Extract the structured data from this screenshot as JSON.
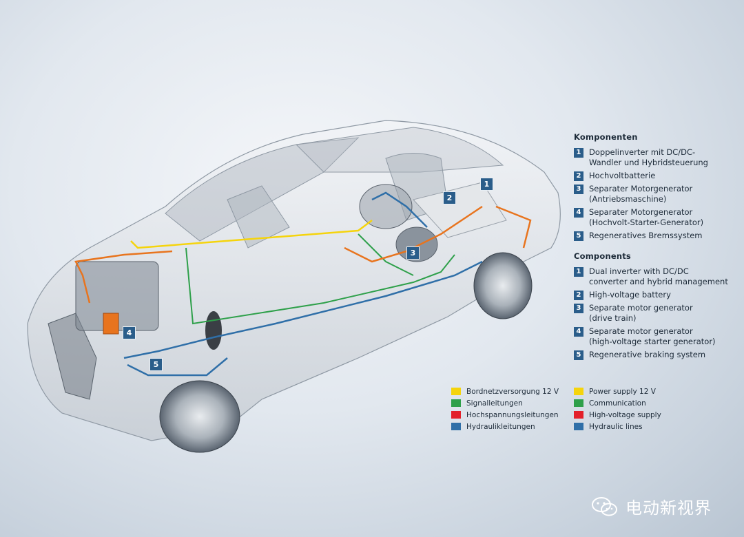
{
  "legend": {
    "de_heading": "Komponenten",
    "de_items": [
      {
        "n": "1",
        "text": "Doppelinverter mit DC/DC-\nWandler und Hybridsteuerung"
      },
      {
        "n": "2",
        "text": "Hochvoltbatterie"
      },
      {
        "n": "3",
        "text": "Separater Motorgenerator\n(Antriebsmaschine)"
      },
      {
        "n": "4",
        "text": "Separater Motorgenerator\n(Hochvolt-Starter-Generator)"
      },
      {
        "n": "5",
        "text": "Regeneratives Bremssystem"
      }
    ],
    "en_heading": "Components",
    "en_items": [
      {
        "n": "1",
        "text": "Dual inverter with DC/DC\nconverter and hybrid management"
      },
      {
        "n": "2",
        "text": "High-voltage battery"
      },
      {
        "n": "3",
        "text": "Separate motor generator\n(drive train)"
      },
      {
        "n": "4",
        "text": "Separate motor generator\n(high-voltage starter generator)"
      },
      {
        "n": "5",
        "text": "Regenerative braking system"
      }
    ]
  },
  "lines_de": [
    {
      "label": "Bordnetzversorgung 12 V",
      "color": "#f5d40c"
    },
    {
      "label": "Signalleitungen",
      "color": "#2ea04a"
    },
    {
      "label": "Hochspannungsleitungen",
      "color": "#e3202a"
    },
    {
      "label": "Hydraulikleitungen",
      "color": "#2f6fa8"
    }
  ],
  "lines_en": [
    {
      "label": "Power supply 12 V",
      "color": "#f5d40c"
    },
    {
      "label": "Communication",
      "color": "#2ea04a"
    },
    {
      "label": "High-voltage supply",
      "color": "#e3202a"
    },
    {
      "label": "Hydraulic lines",
      "color": "#2f6fa8"
    }
  ],
  "markers": [
    {
      "n": "1"
    },
    {
      "n": "2"
    },
    {
      "n": "3"
    },
    {
      "n": "4"
    },
    {
      "n": "5"
    }
  ],
  "watermark": {
    "text": "电动新视界",
    "icon": "wechat-icon"
  }
}
